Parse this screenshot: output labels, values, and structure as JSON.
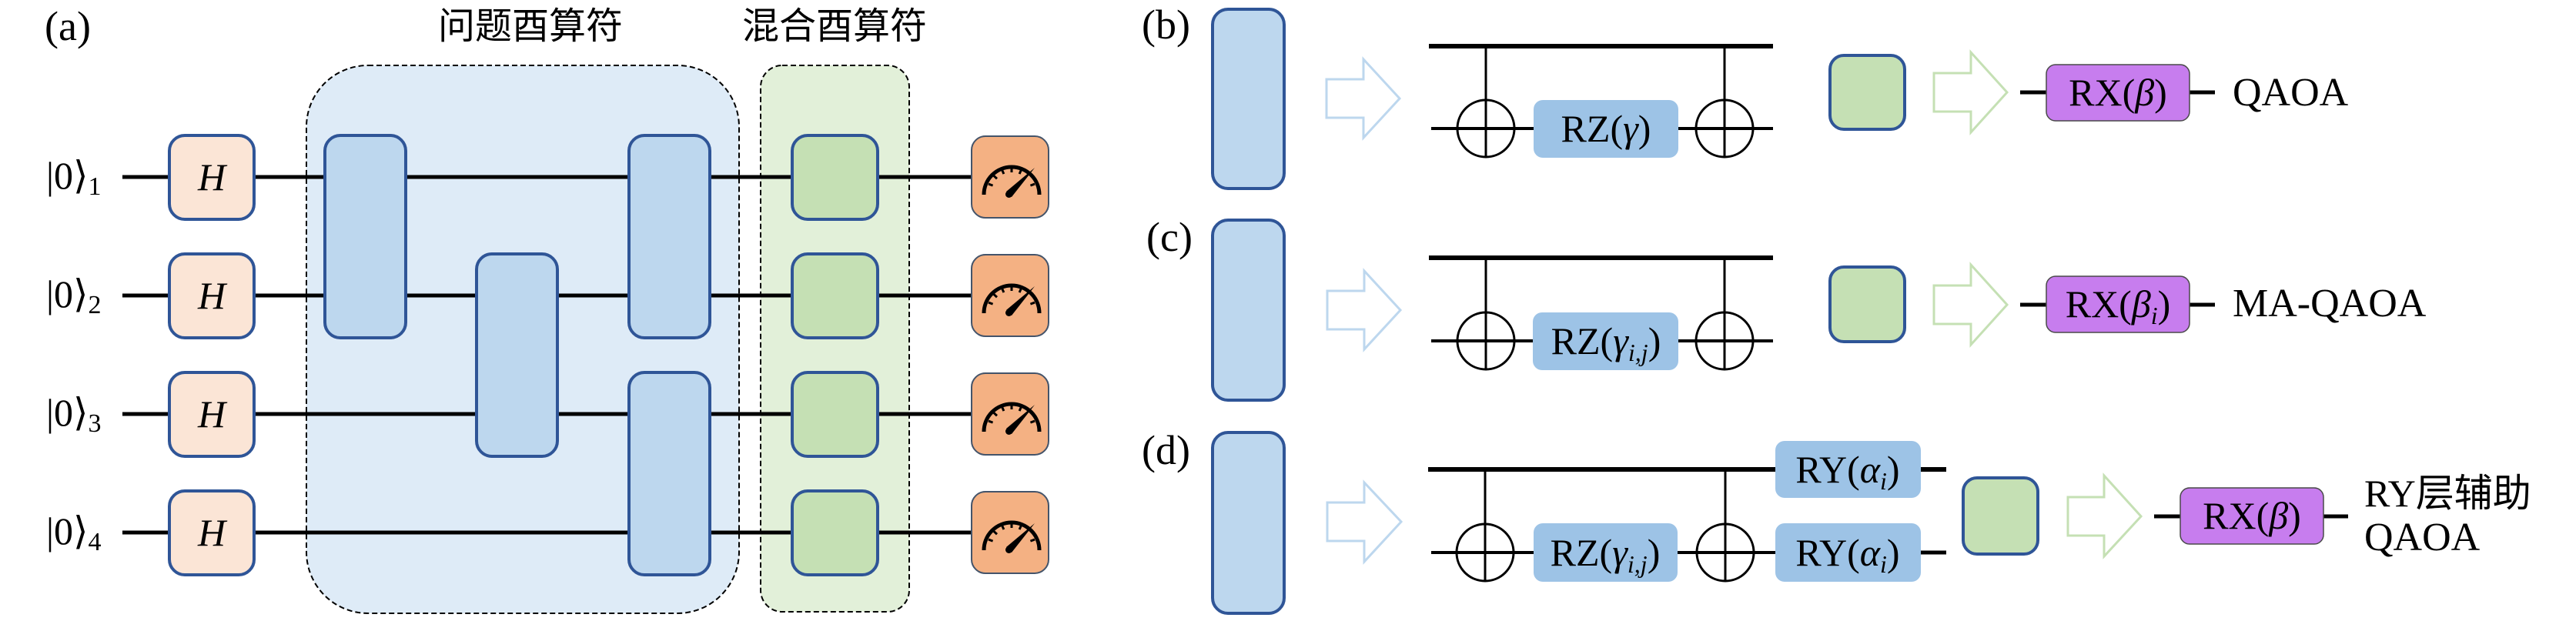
{
  "figure": {
    "panel_a": {
      "label": "(a)",
      "problem_unitary_title": "问题酉算符",
      "mixer_unitary_title": "混合酉算符",
      "qubits": [
        {
          "ket": "|0⟩",
          "index": "1",
          "gate": "H"
        },
        {
          "ket": "|0⟩",
          "index": "2",
          "gate": "H"
        },
        {
          "ket": "|0⟩",
          "index": "3",
          "gate": "H"
        },
        {
          "ket": "|0⟩",
          "index": "4",
          "gate": "H"
        }
      ],
      "problem_gates": [
        {
          "step": 1,
          "qubits": [
            1,
            2
          ]
        },
        {
          "step": 2,
          "qubits": [
            2,
            3
          ]
        },
        {
          "step": 3,
          "qubits": [
            1,
            2
          ]
        },
        {
          "step": 3,
          "qubits": [
            3,
            4
          ]
        }
      ],
      "measurement_icon": "gauge-meter-icon"
    },
    "panel_b": {
      "label": "(b)",
      "cost_gate": {
        "op": "RZ(",
        "param": "γ",
        "close": ")"
      },
      "mixer_gate": {
        "op": "RX(",
        "param": "β",
        "close": ")"
      },
      "method": "QAOA"
    },
    "panel_c": {
      "label": "(c)",
      "cost_gate": {
        "op": "RZ(",
        "param": "γ",
        "sub": "i,j",
        "close": ")"
      },
      "mixer_gate": {
        "op": "RX(",
        "param": "β",
        "sub": "i",
        "close": ")"
      },
      "method": "MA-QAOA"
    },
    "panel_d": {
      "label": "(d)",
      "cost_gate": {
        "op": "RZ(",
        "param": "γ",
        "sub": "i,j",
        "close": ")"
      },
      "ry_gates": [
        {
          "op": "RY(",
          "param": "α",
          "sub": "i",
          "close": ")"
        },
        {
          "op": "RY(",
          "param": "α",
          "sub": "i",
          "close": ")"
        }
      ],
      "mixer_gate": {
        "op": "RX(",
        "param": "β",
        "close": ")"
      },
      "method_lines": [
        "RY层辅助",
        "QAOA"
      ]
    }
  },
  "colors": {
    "gate_border": "#2f5597",
    "h_gate_fill": "#fbe5d6",
    "problem_gate_fill": "#bdd7ee",
    "problem_region_fill": "#deebf7",
    "mixer_region_fill": "#e2f0d9",
    "mixer_gate_fill": "#c5e0b4",
    "measurement_fill": "#f4b183",
    "measurement_border": "#44546a",
    "rotation_fill": "#9dc3e6",
    "rx_fill": "#c77dee",
    "blue_arrow": "#bdd7ee",
    "green_arrow": "#c5e0b4"
  }
}
